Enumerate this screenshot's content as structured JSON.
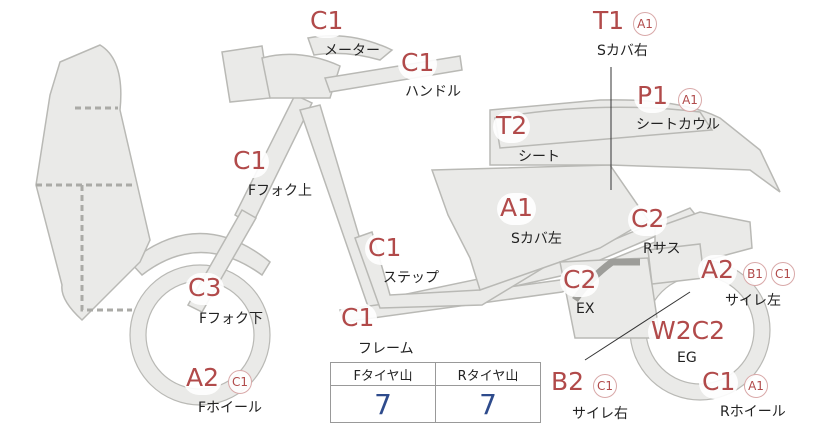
{
  "parts": [
    {
      "id": "meter",
      "code": "C1",
      "subs": [],
      "label": "メーター"
    },
    {
      "id": "handle",
      "code": "C1",
      "subs": [],
      "label": "ハンドル"
    },
    {
      "id": "s-cover-right",
      "code": "T1",
      "subs": [
        "A1"
      ],
      "label": "Sカバ右"
    },
    {
      "id": "seat-cowl",
      "code": "P1",
      "subs": [
        "A1"
      ],
      "label": "シートカウル"
    },
    {
      "id": "seat",
      "code": "T2",
      "subs": [],
      "label": "シート"
    },
    {
      "id": "f-fork-upper",
      "code": "C1",
      "subs": [],
      "label": "Fフォク上"
    },
    {
      "id": "s-cover-left",
      "code": "A1",
      "subs": [],
      "label": "Sカバ左"
    },
    {
      "id": "r-suspension",
      "code": "C2",
      "subs": [],
      "label": "Rサス"
    },
    {
      "id": "step",
      "code": "C1",
      "subs": [],
      "label": "ステップ"
    },
    {
      "id": "exhaust",
      "code": "C2",
      "subs": [],
      "label": "EX"
    },
    {
      "id": "muffler-left",
      "code": "A2",
      "subs": [
        "B1",
        "C1"
      ],
      "label": "サイレ左"
    },
    {
      "id": "f-fork-lower",
      "code": "C3",
      "subs": [],
      "label": "Fフォク下"
    },
    {
      "id": "frame",
      "code": "C1",
      "subs": [],
      "label": "フレーム"
    },
    {
      "id": "engine",
      "code": "W2C2",
      "subs": [],
      "label": "EG"
    },
    {
      "id": "f-wheel",
      "code": "A2",
      "subs": [
        "C1"
      ],
      "label": "Fホイール"
    },
    {
      "id": "muffler-right",
      "code": "B2",
      "subs": [
        "C1"
      ],
      "label": "サイレ右"
    },
    {
      "id": "r-wheel",
      "code": "C1",
      "subs": [
        "A1"
      ],
      "label": "Rホイール"
    }
  ],
  "tread": {
    "front_label": "Fタイヤ山",
    "rear_label": "Rタイヤ山",
    "front_value": "7",
    "rear_value": "7"
  },
  "colors": {
    "code": "#b14a4a",
    "value": "#2e4b8c",
    "part_fill": "#eaeae8",
    "part_stroke": "#b9b9b5"
  }
}
